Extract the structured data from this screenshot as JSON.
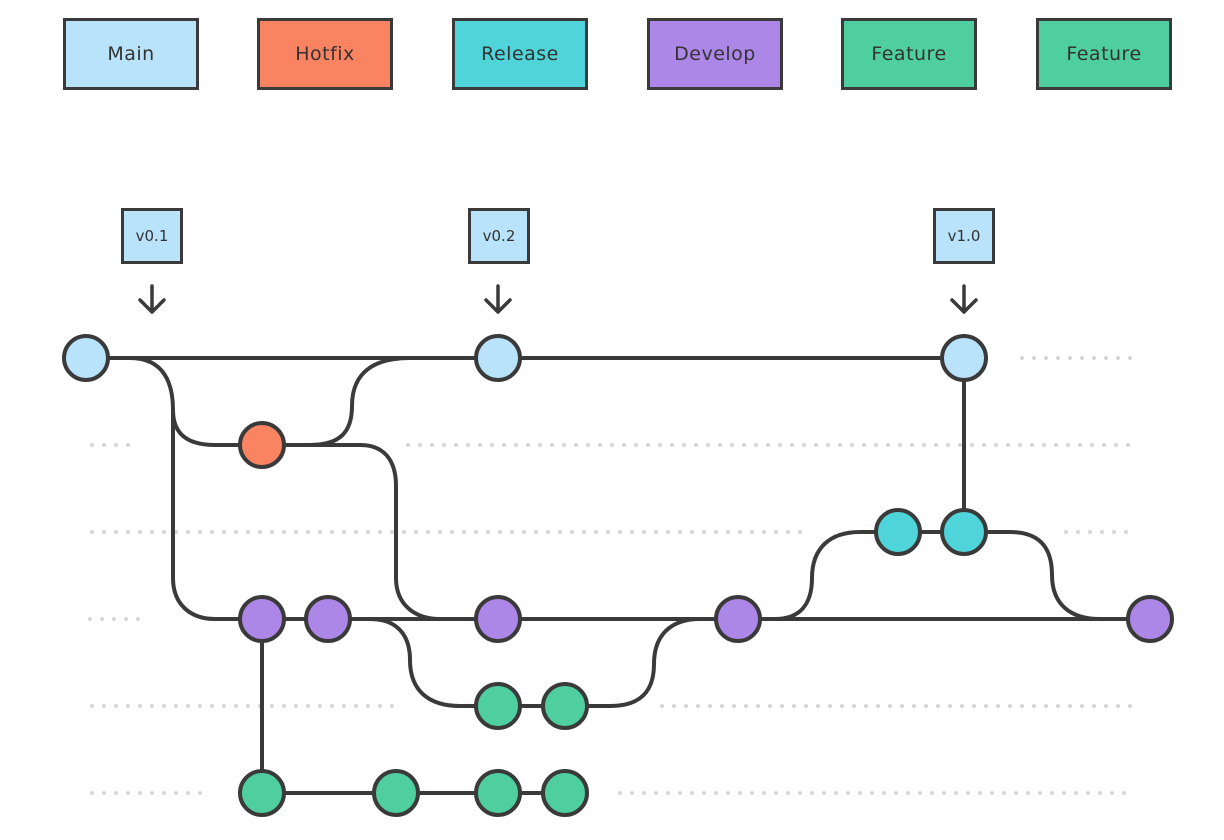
{
  "legend": [
    {
      "label": "Main",
      "color": "#b9e3fb"
    },
    {
      "label": "Hotfix",
      "color": "#fa8462"
    },
    {
      "label": "Release",
      "color": "#4fd4d9"
    },
    {
      "label": "Develop",
      "color": "#ad87e7"
    },
    {
      "label": "Feature",
      "color": "#4fcf9f"
    },
    {
      "label": "Feature",
      "color": "#4fcf9f"
    }
  ],
  "tags": [
    {
      "label": "v0.1",
      "color": "#b9e3fb"
    },
    {
      "label": "v0.2",
      "color": "#b9e3fb"
    },
    {
      "label": "v1.0",
      "color": "#b9e3fb"
    }
  ],
  "colors": {
    "line": "#3a3a3a",
    "dots": "#d6d6d6"
  }
}
